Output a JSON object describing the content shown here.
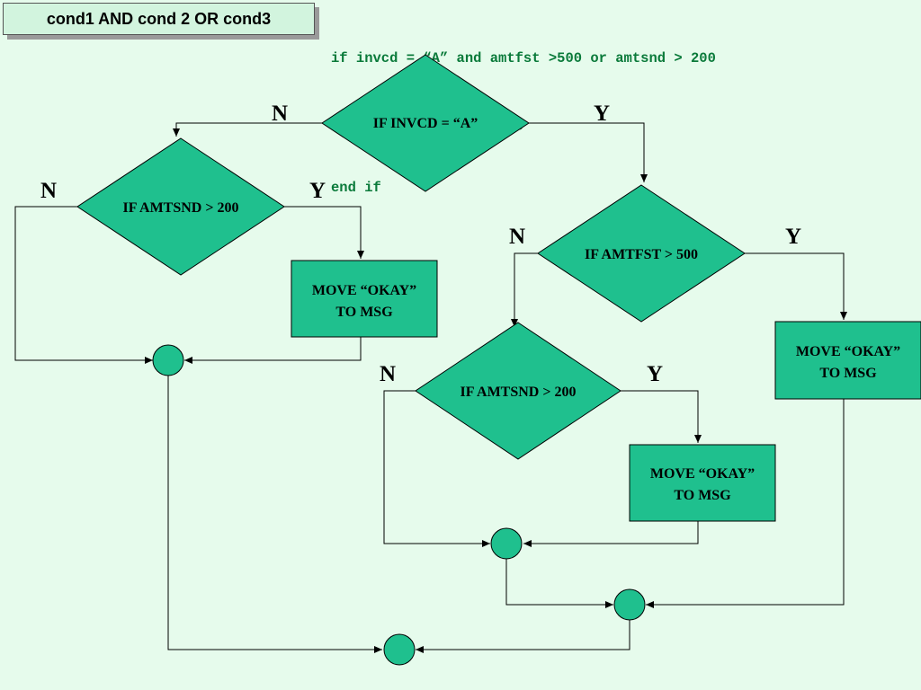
{
  "title": "cond1 AND cond 2 OR cond3",
  "code_lines": [
    "if invcd = “A” and amtfst >500 or amtsnd > 200",
    "     move “OKAY” to msg",
    "end if"
  ],
  "decisions": {
    "invcd": "IF INVCD = “A”",
    "amtsnd_left": "IF AMTSND > 200",
    "amtfst": "IF AMTFST > 500",
    "amtsnd_mid": "IF AMTSND > 200"
  },
  "actions": {
    "move_okay_line1": "MOVE “OKAY”",
    "move_okay_line2": "TO MSG"
  },
  "branch_labels": {
    "no": "N",
    "yes": "Y"
  },
  "colors": {
    "background": "#e6fbec",
    "shape_fill": "#1fc08e",
    "code_text": "#0a7a3a"
  }
}
